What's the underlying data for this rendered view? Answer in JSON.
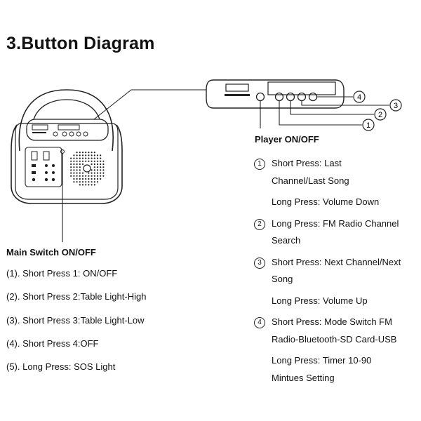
{
  "title": "3.Button Diagram",
  "main_switch": {
    "heading": "Main Switch ON/OFF",
    "items": [
      "(1). Short Press 1: ON/OFF",
      "(2). Short Press 2:Table Light-High",
      "(3). Short Press 3:Table Light-Low",
      "(4). Short Press 4:OFF",
      "(5). Long Press: SOS Light"
    ]
  },
  "player": {
    "heading": "Player ON/OFF",
    "items": [
      {
        "num": "1",
        "lines": [
          "Short Press: Last",
          "Channel/Last Song",
          "Long Press: Volume Down"
        ]
      },
      {
        "num": "2",
        "lines": [
          "Long Press: FM Radio Channel",
          "Search"
        ]
      },
      {
        "num": "3",
        "lines": [
          "Short Press: Next Channel/Next",
          "Song",
          "Long Press: Volume Up"
        ]
      },
      {
        "num": "4",
        "lines": [
          "Short Press: Mode Switch FM",
          "Radio-Bluetooth-SD Card-USB",
          "Long Press: Timer 10-90",
          "Mintues Setting"
        ]
      }
    ]
  },
  "callouts": [
    "4",
    "3",
    "2",
    "1"
  ]
}
